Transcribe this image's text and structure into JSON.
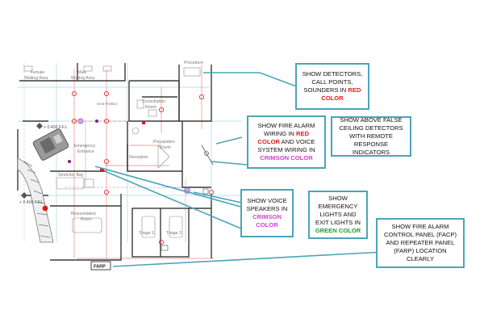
{
  "rooms": {
    "procedure": "Procedure",
    "female_waiting_1": "Female",
    "female_waiting_2": "Waiting Area",
    "male_waiting_1": "Male",
    "male_waiting_2": "Waiting Area",
    "consultation_1": "Consultation",
    "consultation_2": "Room",
    "gear_partition": "Gear Partition",
    "level_1": "+ 0.400 F.F.L",
    "emergency_1": "Emergency",
    "emergency_2": "Entrance",
    "preparation_1": "Preparation",
    "preparation_2": "Room",
    "reception": "Reception",
    "stretcher_bay": "Stretcher Bay",
    "level_2": "+ 0.400 F.F.L",
    "resuscitation_1": "Resuscitation",
    "resuscitation_2": "Room",
    "triage_1": "Triage 1",
    "triage_2": "Triage 2",
    "farp": "FARP"
  },
  "callouts": {
    "detectors": {
      "l1": "SHOW DETECTORS,",
      "l2": "CALL POINTS,",
      "l3a": "SOUNDERS IN ",
      "l3b": "RED",
      "l4": "COLOR"
    },
    "wiring": {
      "l1": "SHOW FIRE ALARM",
      "l2a": "WIRING IN ",
      "l2b": "RED",
      "l3a": "COLOR",
      "l3b": " AND VOICE",
      "l4": "SYSTEM WIRING IN",
      "l5": "CRIMSON COLOR"
    },
    "false_ceiling": {
      "l1": "SHOW ABOVE FALSE",
      "l2": "CEILING DETECTORS",
      "l3": "WITH REMOTE",
      "l4": "RESPONSE INDICATORS"
    },
    "speakers": {
      "l1": "SHOW VOICE",
      "l2": "SPEAKERS IN",
      "l3": "CRIMSON",
      "l4": "COLOR"
    },
    "emergency_lights": {
      "l1": "SHOW",
      "l2": "EMERGENCY",
      "l3": "LIGHTS AND",
      "l4": "EXIT LIGHTS IN",
      "l5": "GREEN COLOR"
    },
    "facp": {
      "l1": "SHOW FIRE ALARM",
      "l2": "CONTROL PANEL (FACP)",
      "l3": "AND REPEATER PANEL",
      "l4": "(FARP) LOCATION",
      "l5": "CLEARLY"
    }
  },
  "colors": {
    "callout_border": "#4aa5b8",
    "red": "#e11b1b",
    "crimson": "#d13fd1",
    "green": "#1e9e2f",
    "wall": "#3a3a3a",
    "grid": "#a8d8e8",
    "wiring": "#e58a8a"
  }
}
